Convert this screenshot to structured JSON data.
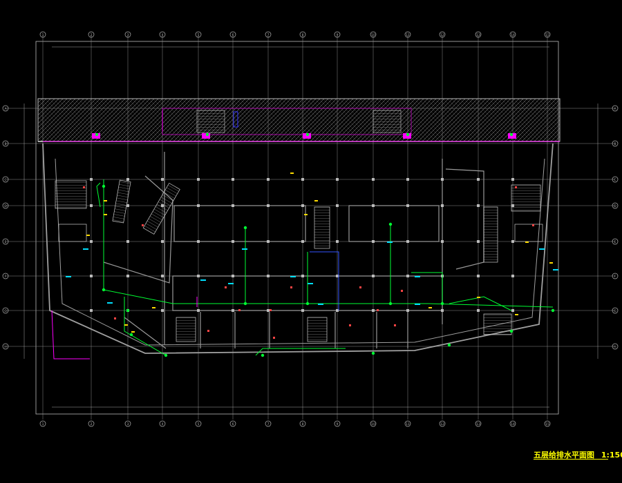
{
  "drawing": {
    "title": "五层给排水平面图",
    "scale": "1:150",
    "background": "#000000"
  },
  "grid_axes": {
    "columns": [
      "1",
      "2",
      "3",
      "4",
      "5",
      "6",
      "7",
      "8",
      "9",
      "10",
      "11",
      "12",
      "13",
      "14",
      "15"
    ],
    "rows": [
      "A",
      "B",
      "C",
      "D",
      "E",
      "F",
      "G",
      "H"
    ]
  },
  "colors": {
    "walls": "#9a9a9a",
    "grid": "#b4b4b4",
    "water_supply": "#00ff33",
    "drain": "#ff00ff",
    "fire": "#00e0ff",
    "title": "#ffff00",
    "annotation": "#ff4444",
    "accent_blue": "#3333ff"
  }
}
